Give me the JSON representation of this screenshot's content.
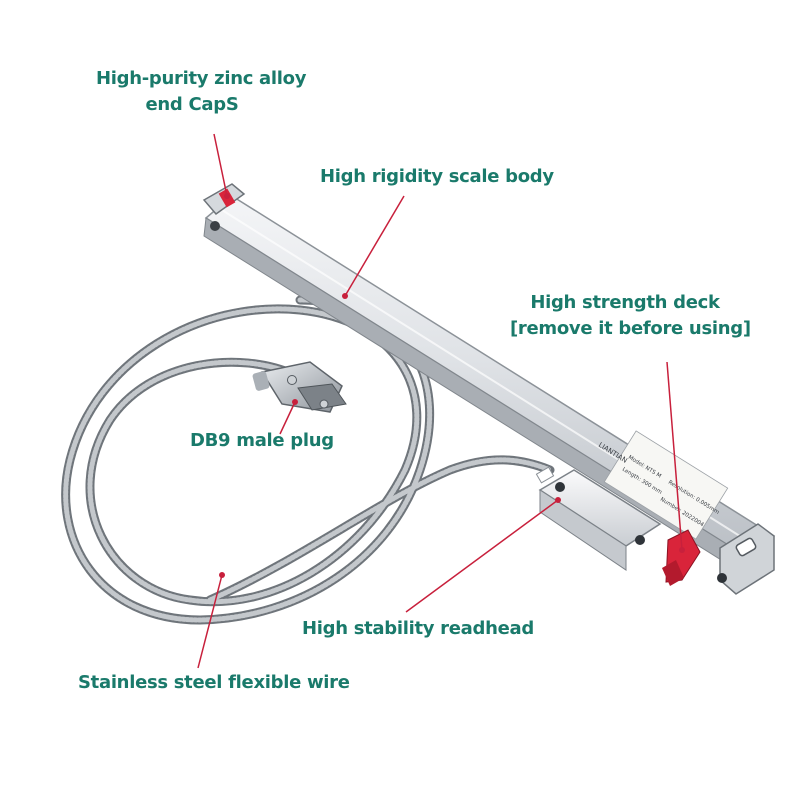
{
  "colors": {
    "label_text": "#1a7a6b",
    "leader_line": "#c8203c",
    "deck_red": "#d9243a",
    "scale_body": "#dfe2e6",
    "cable_steel": "#9ea3a8"
  },
  "scale_label": {
    "brand": "LIANTIAN",
    "model_text": "Model: NTS M",
    "resolution_text": "Resolution: 0.005mm",
    "length_text": "Length: 300 mm",
    "number_text": "Number: 2022004"
  },
  "callouts": [
    {
      "id": "end-caps",
      "lines": [
        "High-purity zinc alloy",
        "end CapS"
      ]
    },
    {
      "id": "scale-body",
      "lines": [
        "High rigidity scale body"
      ]
    },
    {
      "id": "deck",
      "lines": [
        "High strength deck",
        "[remove it before using]"
      ]
    },
    {
      "id": "db9",
      "lines": [
        "DB9 male plug"
      ]
    },
    {
      "id": "readhead",
      "lines": [
        "High stability readhead"
      ]
    },
    {
      "id": "wire",
      "lines": [
        "Stainless steel flexible wire"
      ]
    }
  ]
}
